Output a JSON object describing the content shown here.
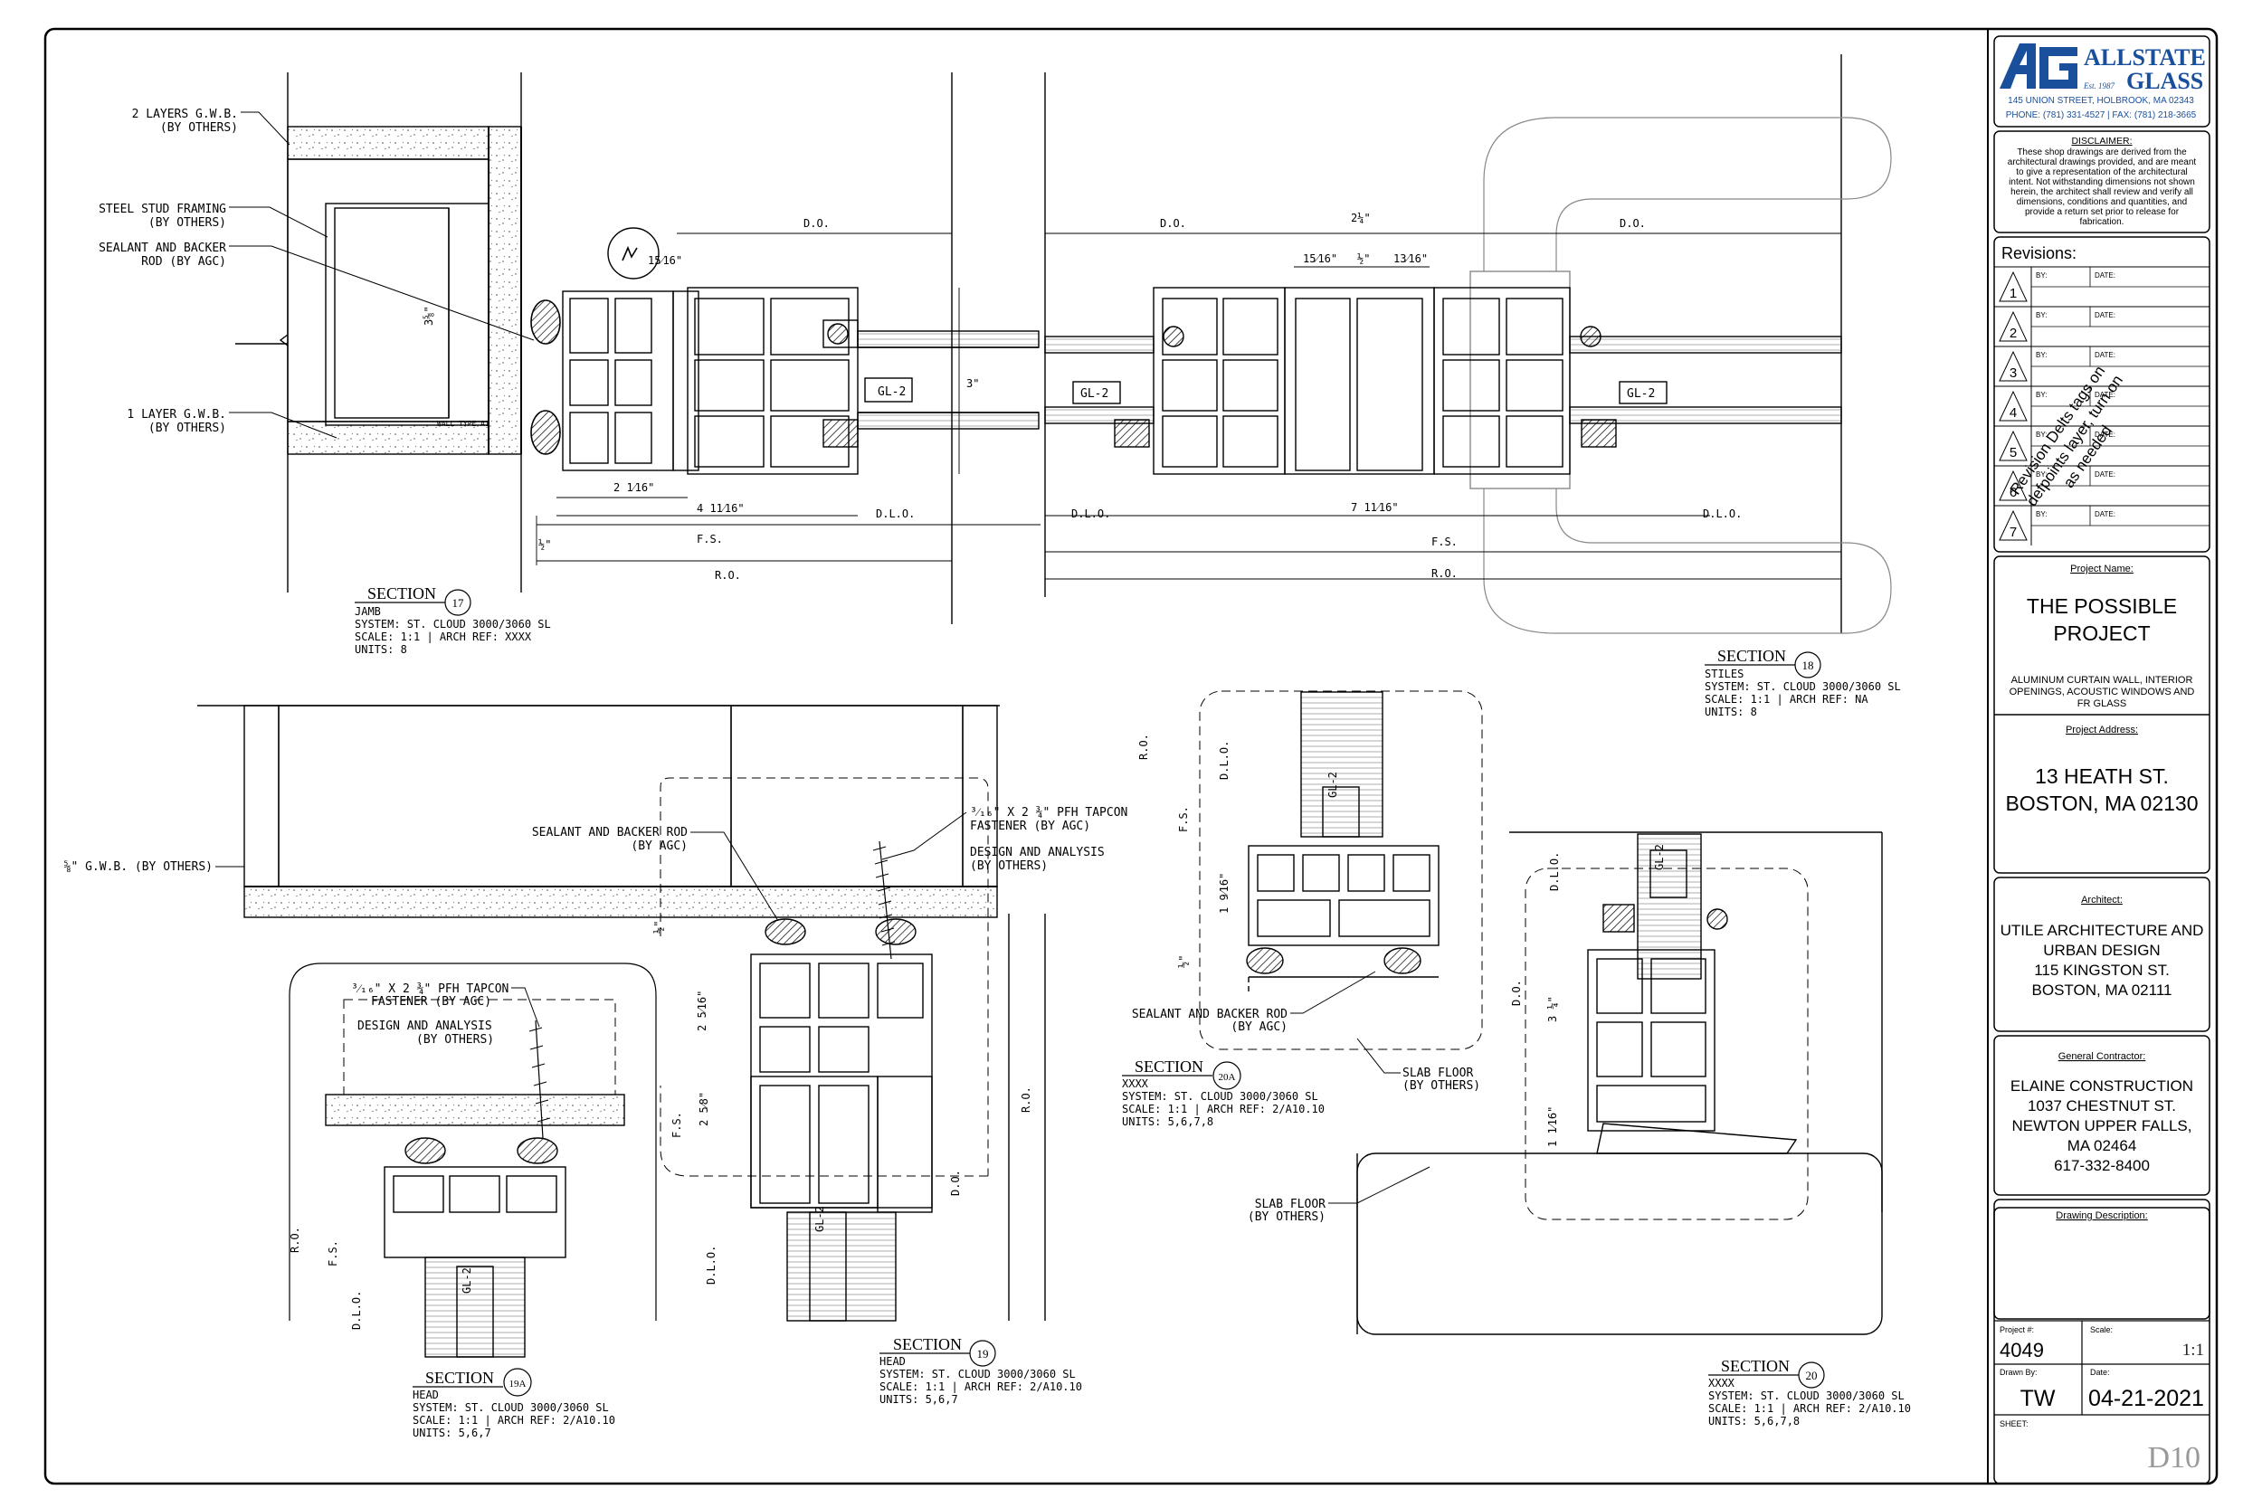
{
  "title_block": {
    "company": {
      "logo_text": "AG",
      "name_line1": "ALLSTATE",
      "name_line2": "GLASS",
      "est": "Est. 1987",
      "address": "145 UNION STREET, HOLBROOK, MA 02343",
      "phone": "PHONE: (781) 331-4527   |   FAX: (781) 218-3665"
    },
    "disclaimer": {
      "heading": "DISCLAIMER:",
      "lines": [
        "These shop drawings are derived from the",
        "architectural drawings provided, and are meant",
        "to give a representation of the architectural",
        "intent. Not withstanding dimensions not shown",
        "herein, the architect shall review and verify all",
        "dimensions, conditions and quantities, and",
        "provide a return set prior to release for",
        "fabrication."
      ]
    },
    "revisions": {
      "heading": "Revisions:",
      "by_label": "BY:",
      "date_label": "DATE:",
      "numbers": [
        "1",
        "2",
        "3",
        "4",
        "5",
        "6",
        "7"
      ],
      "stamp": [
        "Revision Delts tags on",
        "defpoints layer, turn on",
        "as needed"
      ]
    },
    "project_name": {
      "heading": "Project Name:",
      "line1": "THE POSSIBLE",
      "line2": "PROJECT",
      "scope_line1": "ALUMINUM CURTAIN WALL, INTERIOR",
      "scope_line2": "OPENINGS, ACOUSTIC WINDOWS AND",
      "scope_line3": "FR GLASS"
    },
    "project_address": {
      "heading": "Project Address:",
      "line1": "13 HEATH ST.",
      "line2": "BOSTON, MA 02130"
    },
    "architect": {
      "heading": "Architect:",
      "lines": [
        "UTILE ARCHITECTURE AND",
        "URBAN DESIGN",
        "115 KINGSTON ST.",
        "BOSTON, MA 02111"
      ]
    },
    "general_contractor": {
      "heading": "General Contractor:",
      "lines": [
        "ELAINE CONSTRUCTION",
        "1037 CHESTNUT ST.",
        "NEWTON UPPER FALLS,",
        "MA 02464",
        "617-332-8400"
      ]
    },
    "drawing_description": {
      "heading": "Drawing Description:"
    },
    "project_no": {
      "label": "Project #:",
      "value": "4049"
    },
    "scale": {
      "label": "Scale:",
      "value": "1:1"
    },
    "drawn_by": {
      "label": "Drawn By:",
      "value": "TW"
    },
    "date": {
      "label": "Date:",
      "value": "04-21-2021"
    },
    "sheet": {
      "label": "SHEET:",
      "value": "D10"
    }
  },
  "sections": {
    "s17": {
      "word": "SECTION",
      "num": "17",
      "lines": [
        "JAMB",
        "SYSTEM: ST. CLOUD 3000/3060 SL",
        "SCALE: 1:1 | ARCH REF: XXXX",
        "UNITS: 8"
      ]
    },
    "s18": {
      "word": "SECTION",
      "num": "18",
      "lines": [
        "STILES",
        "SYSTEM: ST. CLOUD 3000/3060 SL",
        "SCALE: 1:1 | ARCH REF: NA",
        "UNITS: 8"
      ]
    },
    "s19a": {
      "word": "SECTION",
      "num": "19A",
      "lines": [
        "HEAD",
        "SYSTEM: ST. CLOUD 3000/3060 SL",
        "SCALE: 1:1 | ARCH REF: 2/A10.10",
        "UNITS: 5,6,7"
      ]
    },
    "s19": {
      "word": "SECTION",
      "num": "19",
      "lines": [
        "HEAD",
        "SYSTEM: ST. CLOUD 3000/3060 SL",
        "SCALE: 1:1 | ARCH REF: 2/A10.10",
        "UNITS: 5,6,7"
      ]
    },
    "s20a": {
      "word": "SECTION",
      "num": "20A",
      "lines": [
        "XXXX",
        "SYSTEM: ST. CLOUD 3000/3060 SL",
        "SCALE: 1:1 | ARCH REF: 2/A10.10",
        "UNITS: 5,6,7,8"
      ]
    },
    "s20": {
      "word": "SECTION",
      "num": "20",
      "lines": [
        "XXXX",
        "SYSTEM: ST. CLOUD 3000/3060 SL",
        "SCALE: 1:1 | ARCH REF: 2/A10.10",
        "UNITS: 5,6,7,8"
      ]
    }
  },
  "callouts": {
    "gwb2": [
      "2 LAYERS G.W.B.",
      "(BY OTHERS)"
    ],
    "stud": [
      "STEEL STUD FRAMING",
      "(BY OTHERS)"
    ],
    "sealant_jamb": [
      "SEALANT AND BACKER",
      "ROD (BY AGC)"
    ],
    "gwb1": [
      "1 LAYER G.W.B.",
      "(BY OTHERS)"
    ],
    "wall_type": "WALL TYPE A1",
    "gwb_head": "⅝\" G.W.B. (BY OTHERS)",
    "sealant_head": [
      "SEALANT AND BACKER ROD",
      "(BY AGC)"
    ],
    "tapcon_19": [
      "³⁄₁₆\" X 2 ¾\" PFH TAPCON",
      "FASTENER (BY AGC)"
    ],
    "design_19": [
      "DESIGN AND ANALYSIS",
      "(BY OTHERS)"
    ],
    "tapcon_19a": [
      "³⁄₁₆\" X 2 ¾\" PFH TAPCON",
      "FASTENER (BY AGC)"
    ],
    "design_19a": [
      "DESIGN AND ANALYSIS",
      "(BY OTHERS)"
    ],
    "sealant_20a": [
      "SEALANT AND BACKER ROD",
      "(BY AGC)"
    ],
    "slab_20a": [
      "SLAB FLOOR",
      "(BY OTHERS)"
    ],
    "slab_20": [
      "SLAB FLOOR",
      "(BY OTHERS)"
    ],
    "glass_tag": "GL-2"
  },
  "dims": {
    "do": "D.O.",
    "dlo": "D.L.O.",
    "fs": "F.S.",
    "ro": "R.O.",
    "j_15": "15⁄16\"",
    "j_3": "3\"",
    "j_2": "2 1⁄16\"",
    "j_4": "4 11⁄16\"",
    "j_half": "½\"",
    "j_3_8": "3⅝\"",
    "st_2": "2¼\"",
    "st_a": "15⁄16\"",
    "st_b": "½\"",
    "st_c": "13⁄16\"",
    "st_7": "7 11⁄16\"",
    "h_half": "½\"",
    "h_2": "2 5⁄16\"",
    "h_3": "2 5⁄8\"",
    "a_1": "1 9⁄16\"",
    "a_half": "½\"",
    "b_3": "3 ¼\"",
    "b_1": "1 1⁄16\""
  }
}
